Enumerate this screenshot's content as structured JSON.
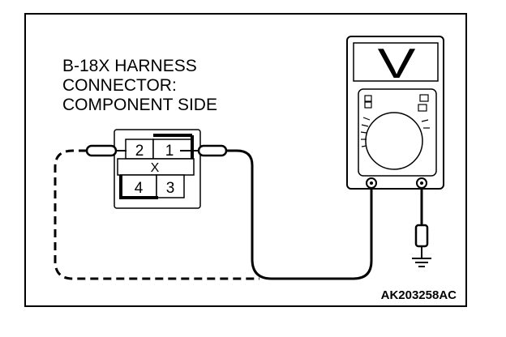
{
  "caption": {
    "line1": "B-18X HARNESS",
    "line2": "CONNECTOR:",
    "line3": "COMPONENT SIDE"
  },
  "connector": {
    "pins": {
      "p1": "1",
      "p2": "2",
      "p3": "3",
      "p4": "4"
    },
    "center_mark": "X"
  },
  "meter": {
    "display_symbol": "V"
  },
  "figure_code": "AK203258AC"
}
